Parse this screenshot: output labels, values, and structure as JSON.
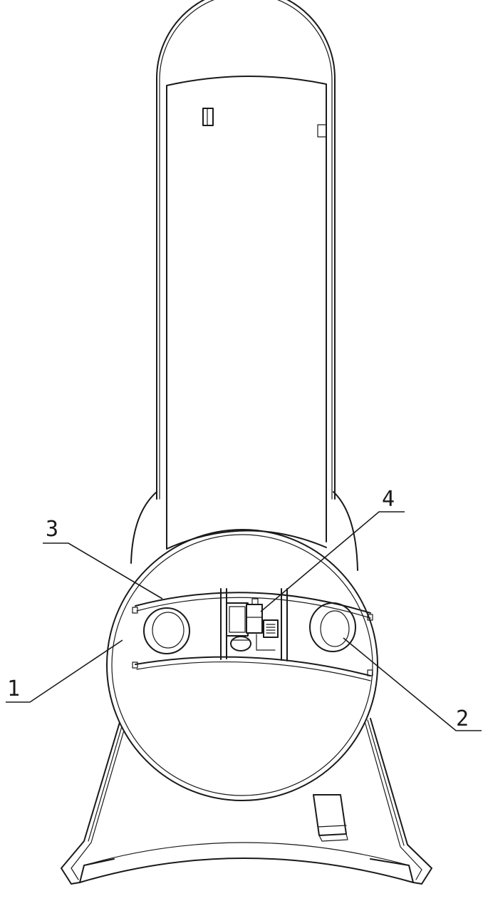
{
  "callouts": {
    "housing": "1",
    "hole": "2",
    "band": "3",
    "module": "4"
  },
  "colors": {
    "line": "#1a1a1a",
    "background": "#ffffff"
  }
}
